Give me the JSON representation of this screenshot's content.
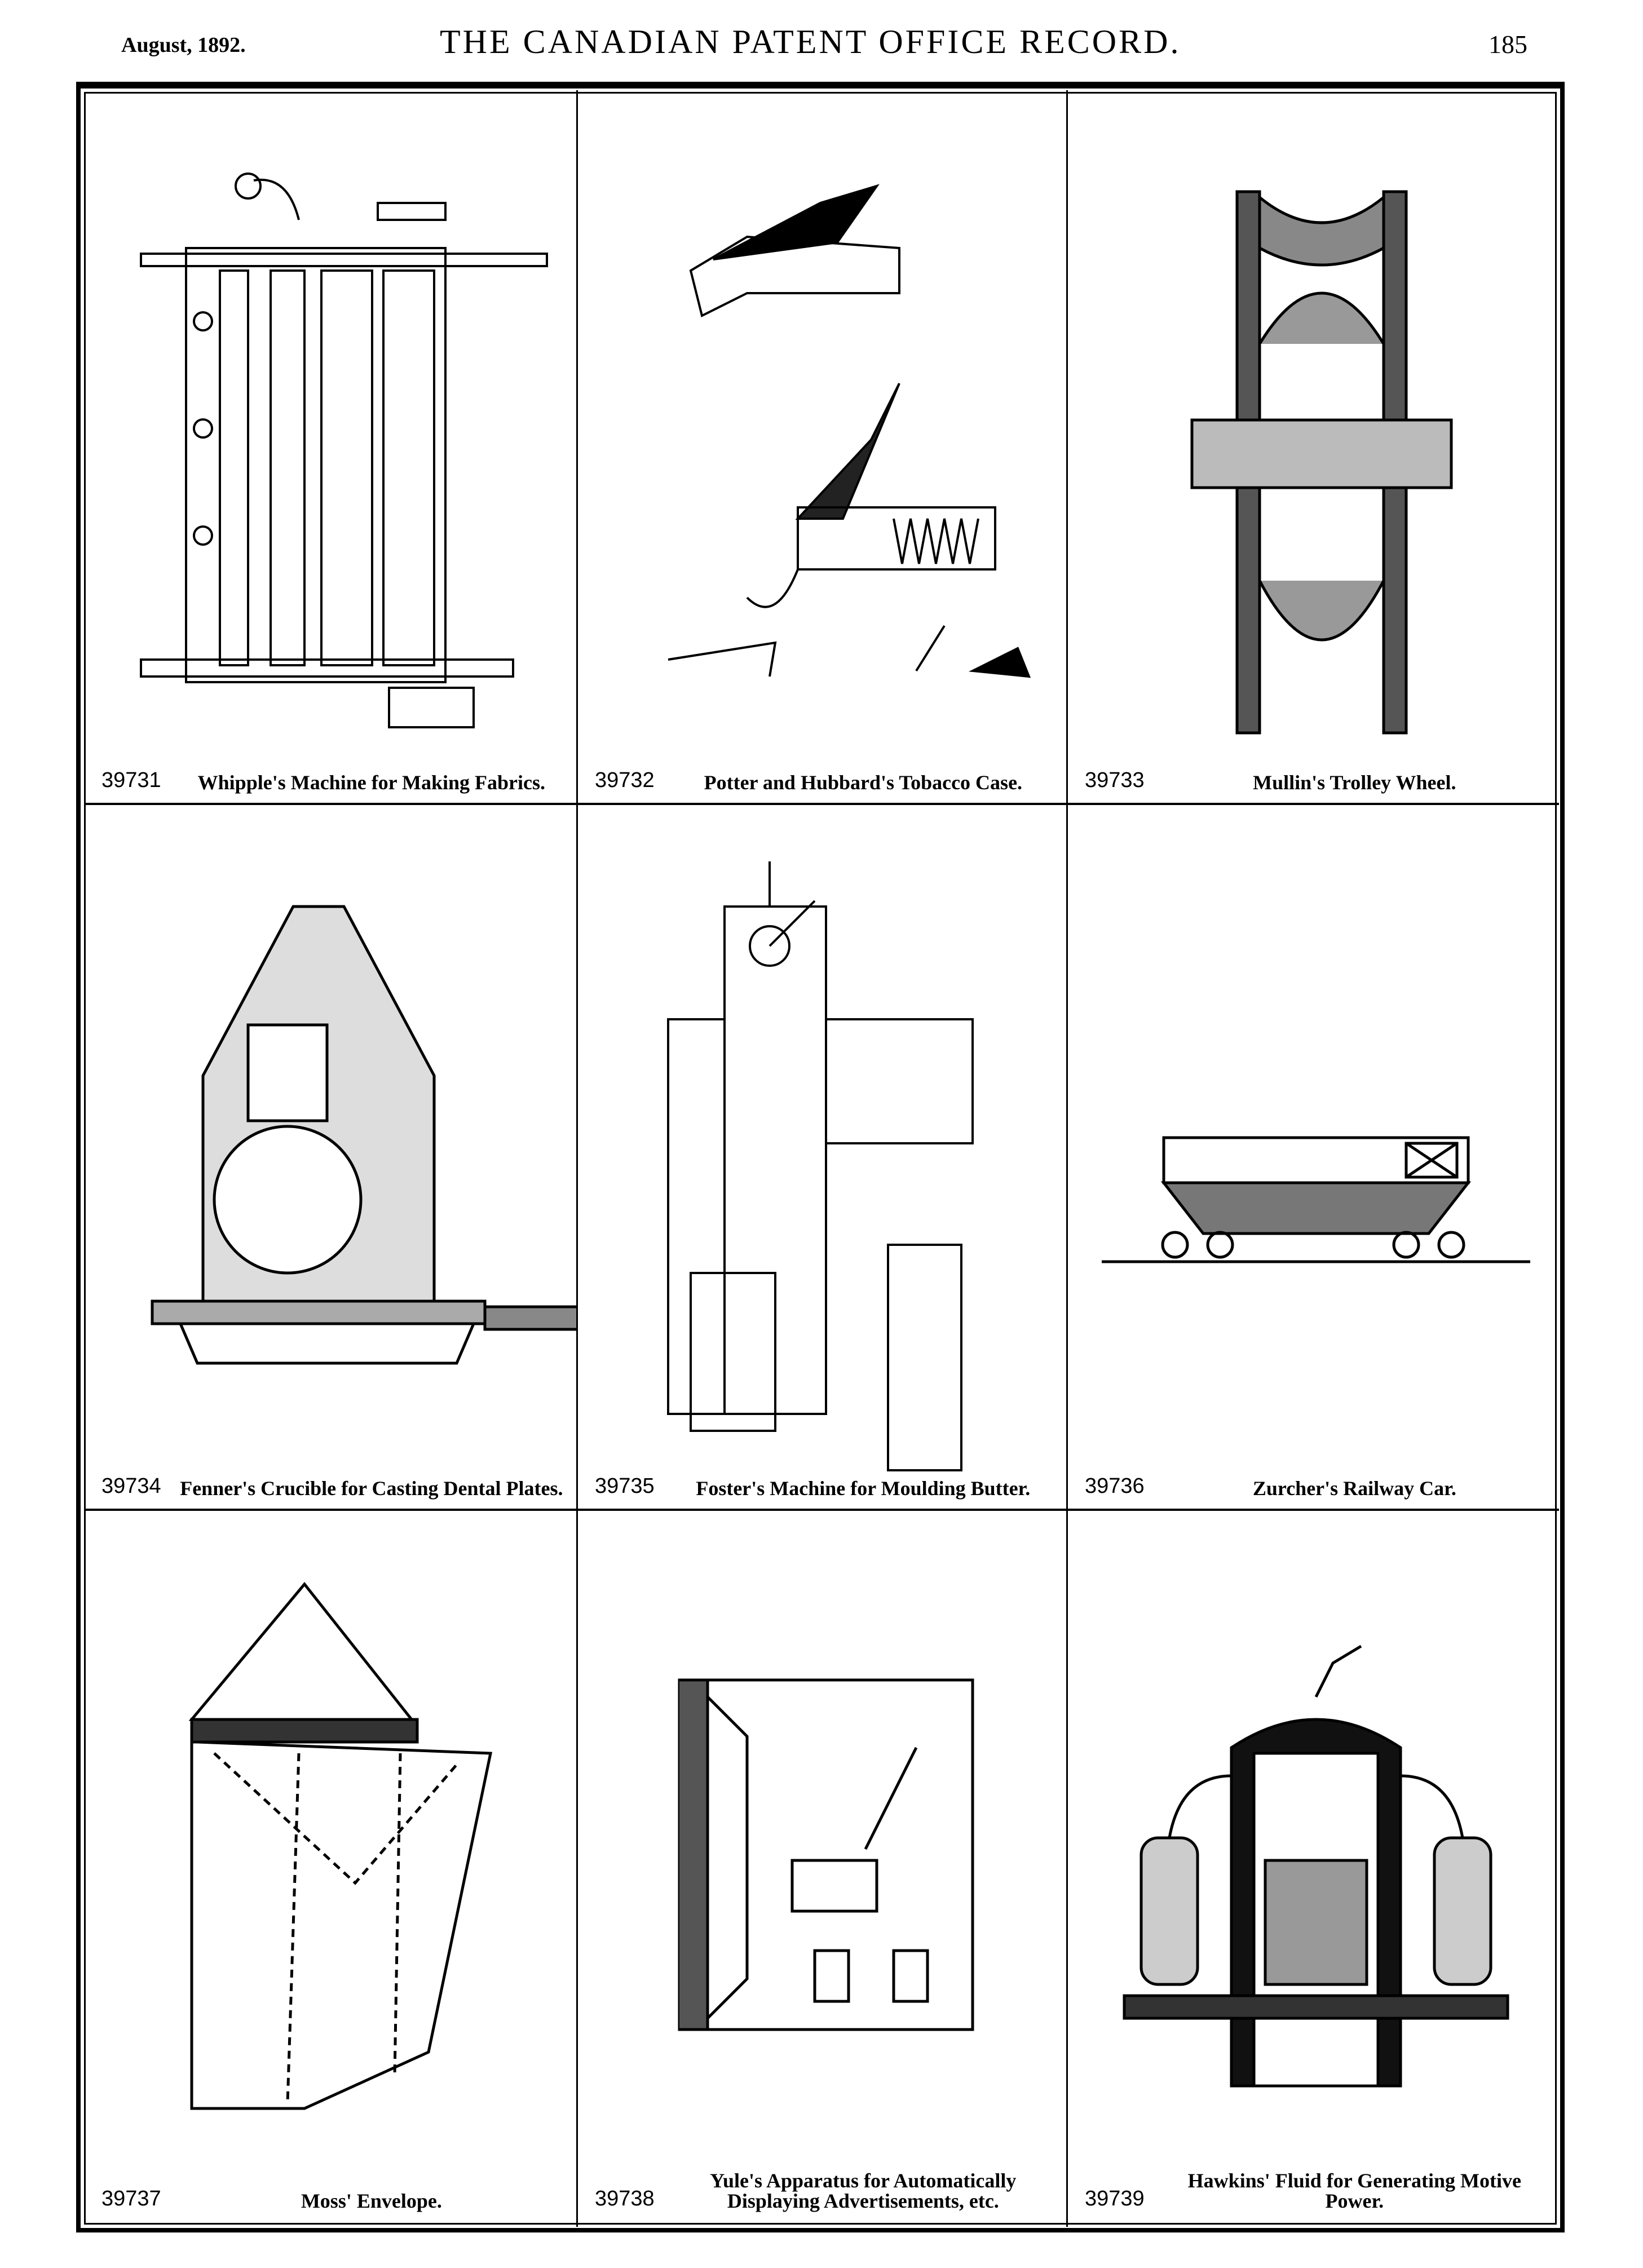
{
  "header": {
    "date": "August, 1892.",
    "title": "THE CANADIAN PATENT OFFICE RECORD.",
    "page_number": "185"
  },
  "patents": [
    {
      "number": "39731",
      "title": "Whipple's Machine for Making Fabrics."
    },
    {
      "number": "39732",
      "title": "Potter and Hubbard's Tobacco Case."
    },
    {
      "number": "39733",
      "title": "Mullin's Trolley Wheel."
    },
    {
      "number": "39734",
      "title": "Fenner's Crucible for Casting Dental Plates."
    },
    {
      "number": "39735",
      "title": "Foster's Machine for Moulding Butter."
    },
    {
      "number": "39736",
      "title": "Zurcher's Railway Car."
    },
    {
      "number": "39737",
      "title": "Moss' Envelope."
    },
    {
      "number": "39738",
      "title": "Yule's Apparatus for Automatically Displaying Advertisements, etc."
    },
    {
      "number": "39739",
      "title": "Hawkins' Fluid for Generating Motive Power."
    }
  ]
}
